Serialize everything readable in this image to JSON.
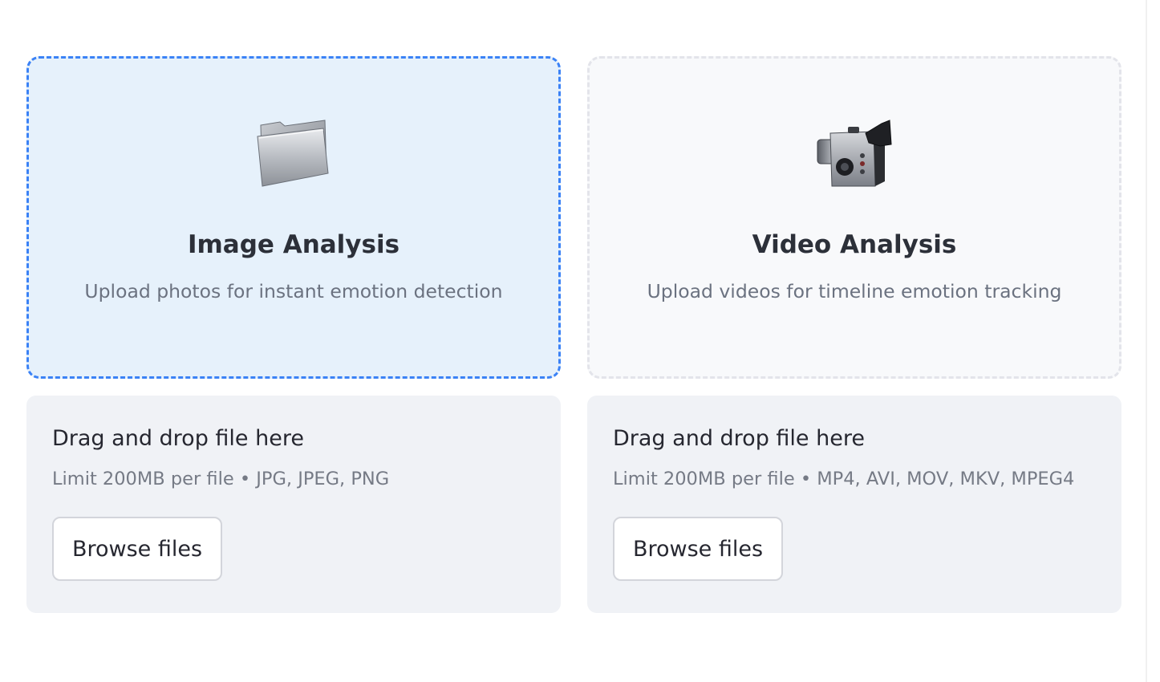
{
  "modes": {
    "image": {
      "icon": "folder-icon",
      "title": "Image Analysis",
      "description": "Upload photos for instant emotion detection",
      "selected": true
    },
    "video": {
      "icon": "video-camera-icon",
      "title": "Video Analysis",
      "description": "Upload videos for timeline emotion tracking",
      "selected": false
    }
  },
  "uploaders": {
    "image": {
      "title": "Drag and drop file here",
      "limit": "Limit 200MB per file • JPG, JPEG, PNG",
      "button_label": "Browse files"
    },
    "video": {
      "title": "Drag and drop file here",
      "limit": "Limit 200MB per file • MP4, AVI, MOV, MKV, MPEG4",
      "button_label": "Browse files"
    }
  },
  "colors": {
    "accent": "#3b82f6",
    "selected_bg": "#e6f1fb",
    "dropzone_bg": "#f0f2f6",
    "text_dark": "#2c3039",
    "text_muted": "#6b7280"
  }
}
